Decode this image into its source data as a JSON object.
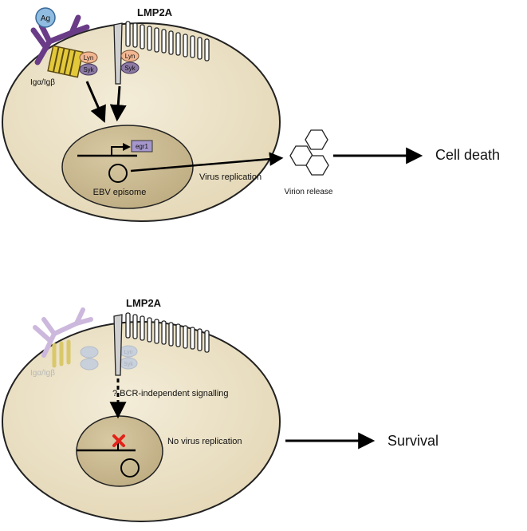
{
  "panel_top": {
    "lmp2a_label": "LMP2A",
    "ag_label": "Ag",
    "receptor_label": "Igα/Igβ",
    "lyn_label": "Lyn",
    "syk_label": "Syk",
    "gene_label": "egr1",
    "episome_label": "EBV episome",
    "replication_label": "Virus replication",
    "virion_label": "Virion release",
    "outcome_label": "Cell death"
  },
  "panel_bottom": {
    "lmp2a_label": "LMP2A",
    "receptor_label": "Igα/Igβ",
    "lyn_label": "Lyn",
    "syk_label": "Syk",
    "signalling_label": "? BCR-independent signalling",
    "replication_label": "No virus replication",
    "outcome_label": "Survival"
  },
  "colors": {
    "cell_fill": "#ece2c8",
    "nucleus_fill": "#cdbd96",
    "antibody": "#6a3c87",
    "antibody_faded": "#cdb8dd",
    "ig_yellow": "#e3c93a",
    "ig_yellow_faded": "#f1e7a8",
    "lyn_fill": "#f2b792",
    "syk_fill": "#8c7aa4",
    "egr1_fill": "#a596cc",
    "ag_fill": "#8fbce0",
    "block_red": "#e2231a"
  }
}
